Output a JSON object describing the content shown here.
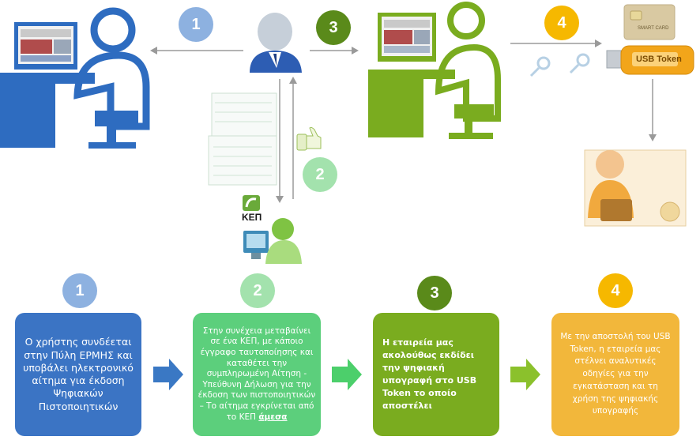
{
  "colors": {
    "blue": "#2e6cc0",
    "blue_light": "#8db1e0",
    "green_light": "#5ccf7c",
    "green_light_circle": "#a3e2ad",
    "olive": "#7aac1f",
    "olive_dark": "#5a8a1a",
    "orange": "#f2b73b",
    "orange_circle": "#f6b800",
    "arrow_blue": "#3a78c4",
    "arrow_green": "#4ccf6b",
    "arrow_olive": "#8bc12c"
  },
  "top": {
    "step1_number": "1",
    "step2_number": "2",
    "step3_number": "3",
    "step4_number": "4",
    "kep_label": "ΚΕΠ",
    "smart_card_label": "SMART CARD",
    "usb_token_label": "USB Token"
  },
  "bottom": {
    "step1": {
      "number": "1",
      "text": "Ο χρήστης συνδέεται στην Πύλη ΕΡΜΗΣ και υποβάλει ηλεκτρονικό αίτημα για έκδοση Ψηφιακών Πιστοποιητικών"
    },
    "step2": {
      "number": "2",
      "text": "Στην συνέχεια μεταβαίνει σε ένα ΚΕΠ, με κάποιο έγγραφο ταυτοποίησης και καταθέτει την συμπληρωμένη Αίτηση - Υπεύθυνη Δήλωση για την έκδοση των πιστοποιητικών – Το αίτημα εγκρίνεται από το ΚΕΠ",
      "emphasis": "άμεσα"
    },
    "step3": {
      "number": "3",
      "text": "Η εταιρεία μας ακολούθως εκδίδει την ψηφιακή υπογραφή στο USB Token το οποίο αποστέλει"
    },
    "step4": {
      "number": "4",
      "text": "Με την αποστολή του USB Token, η εταιρεία μας στέλνει αναλυτικές οδηγίες για την εγκατάσταση και τη χρήση της ψηφιακής υπογραφής"
    }
  }
}
